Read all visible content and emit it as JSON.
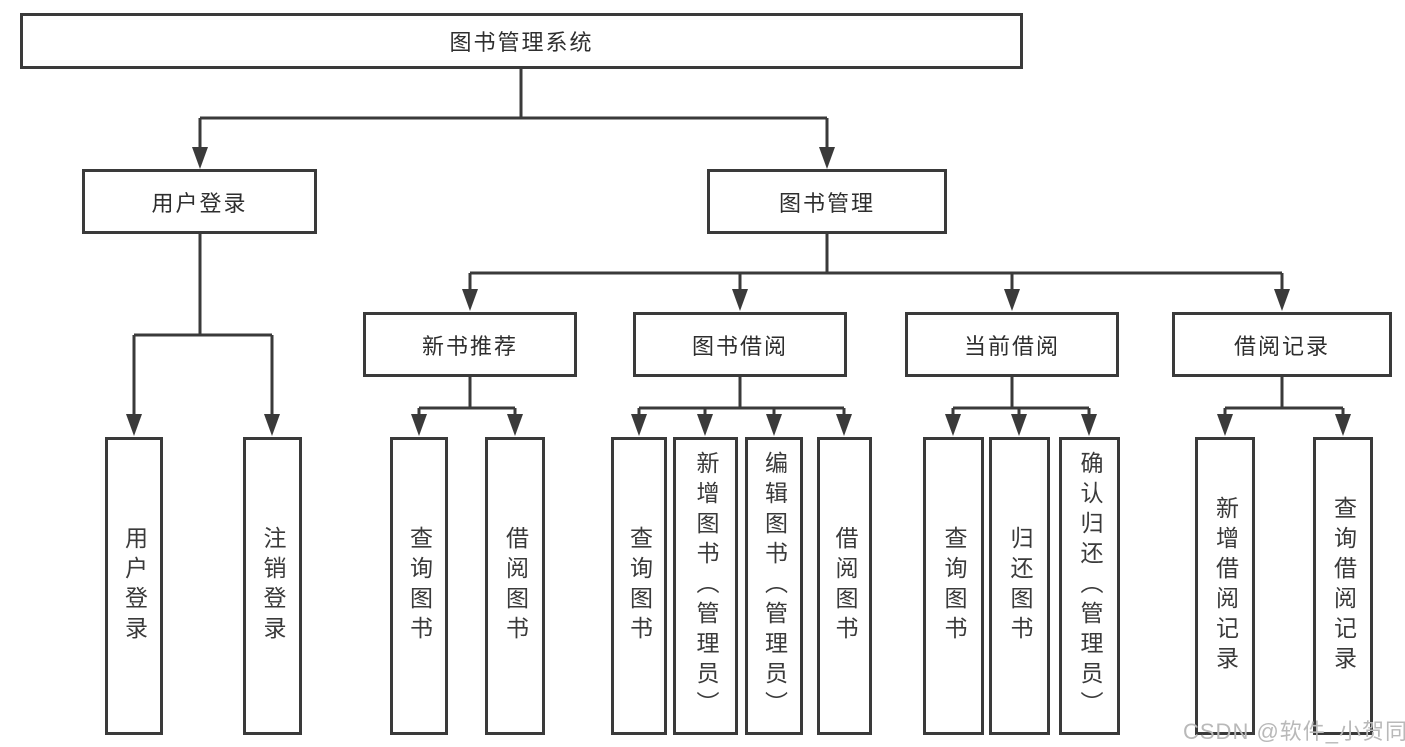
{
  "diagram": {
    "type": "hierarchy-tree",
    "root": {
      "label": "图书管理系统",
      "children": [
        {
          "label": "用户登录",
          "children": [
            {
              "label": "用户登录"
            },
            {
              "label": "注销登录"
            }
          ]
        },
        {
          "label": "图书管理",
          "children": [
            {
              "label": "新书推荐",
              "children": [
                {
                  "label": "查询图书"
                },
                {
                  "label": "借阅图书"
                }
              ]
            },
            {
              "label": "图书借阅",
              "children": [
                {
                  "label": "查询图书"
                },
                {
                  "label": "新增图书（管理员）"
                },
                {
                  "label": "编辑图书（管理员）"
                },
                {
                  "label": "借阅图书"
                }
              ]
            },
            {
              "label": "当前借阅",
              "children": [
                {
                  "label": "查询图书"
                },
                {
                  "label": "归还图书"
                },
                {
                  "label": "确认归还（管理员）"
                }
              ]
            },
            {
              "label": "借阅记录",
              "children": [
                {
                  "label": "新增借阅记录"
                },
                {
                  "label": "查询借阅记录"
                }
              ]
            }
          ]
        }
      ]
    }
  },
  "watermark": {
    "text": "CSDN @软件_小贺同学"
  },
  "colors": {
    "background": "#ffffff",
    "line": "#3a3a3a",
    "box_border": "#3a3a3a",
    "text": "#2e2e2e",
    "watermark": "#b9b9b9"
  }
}
